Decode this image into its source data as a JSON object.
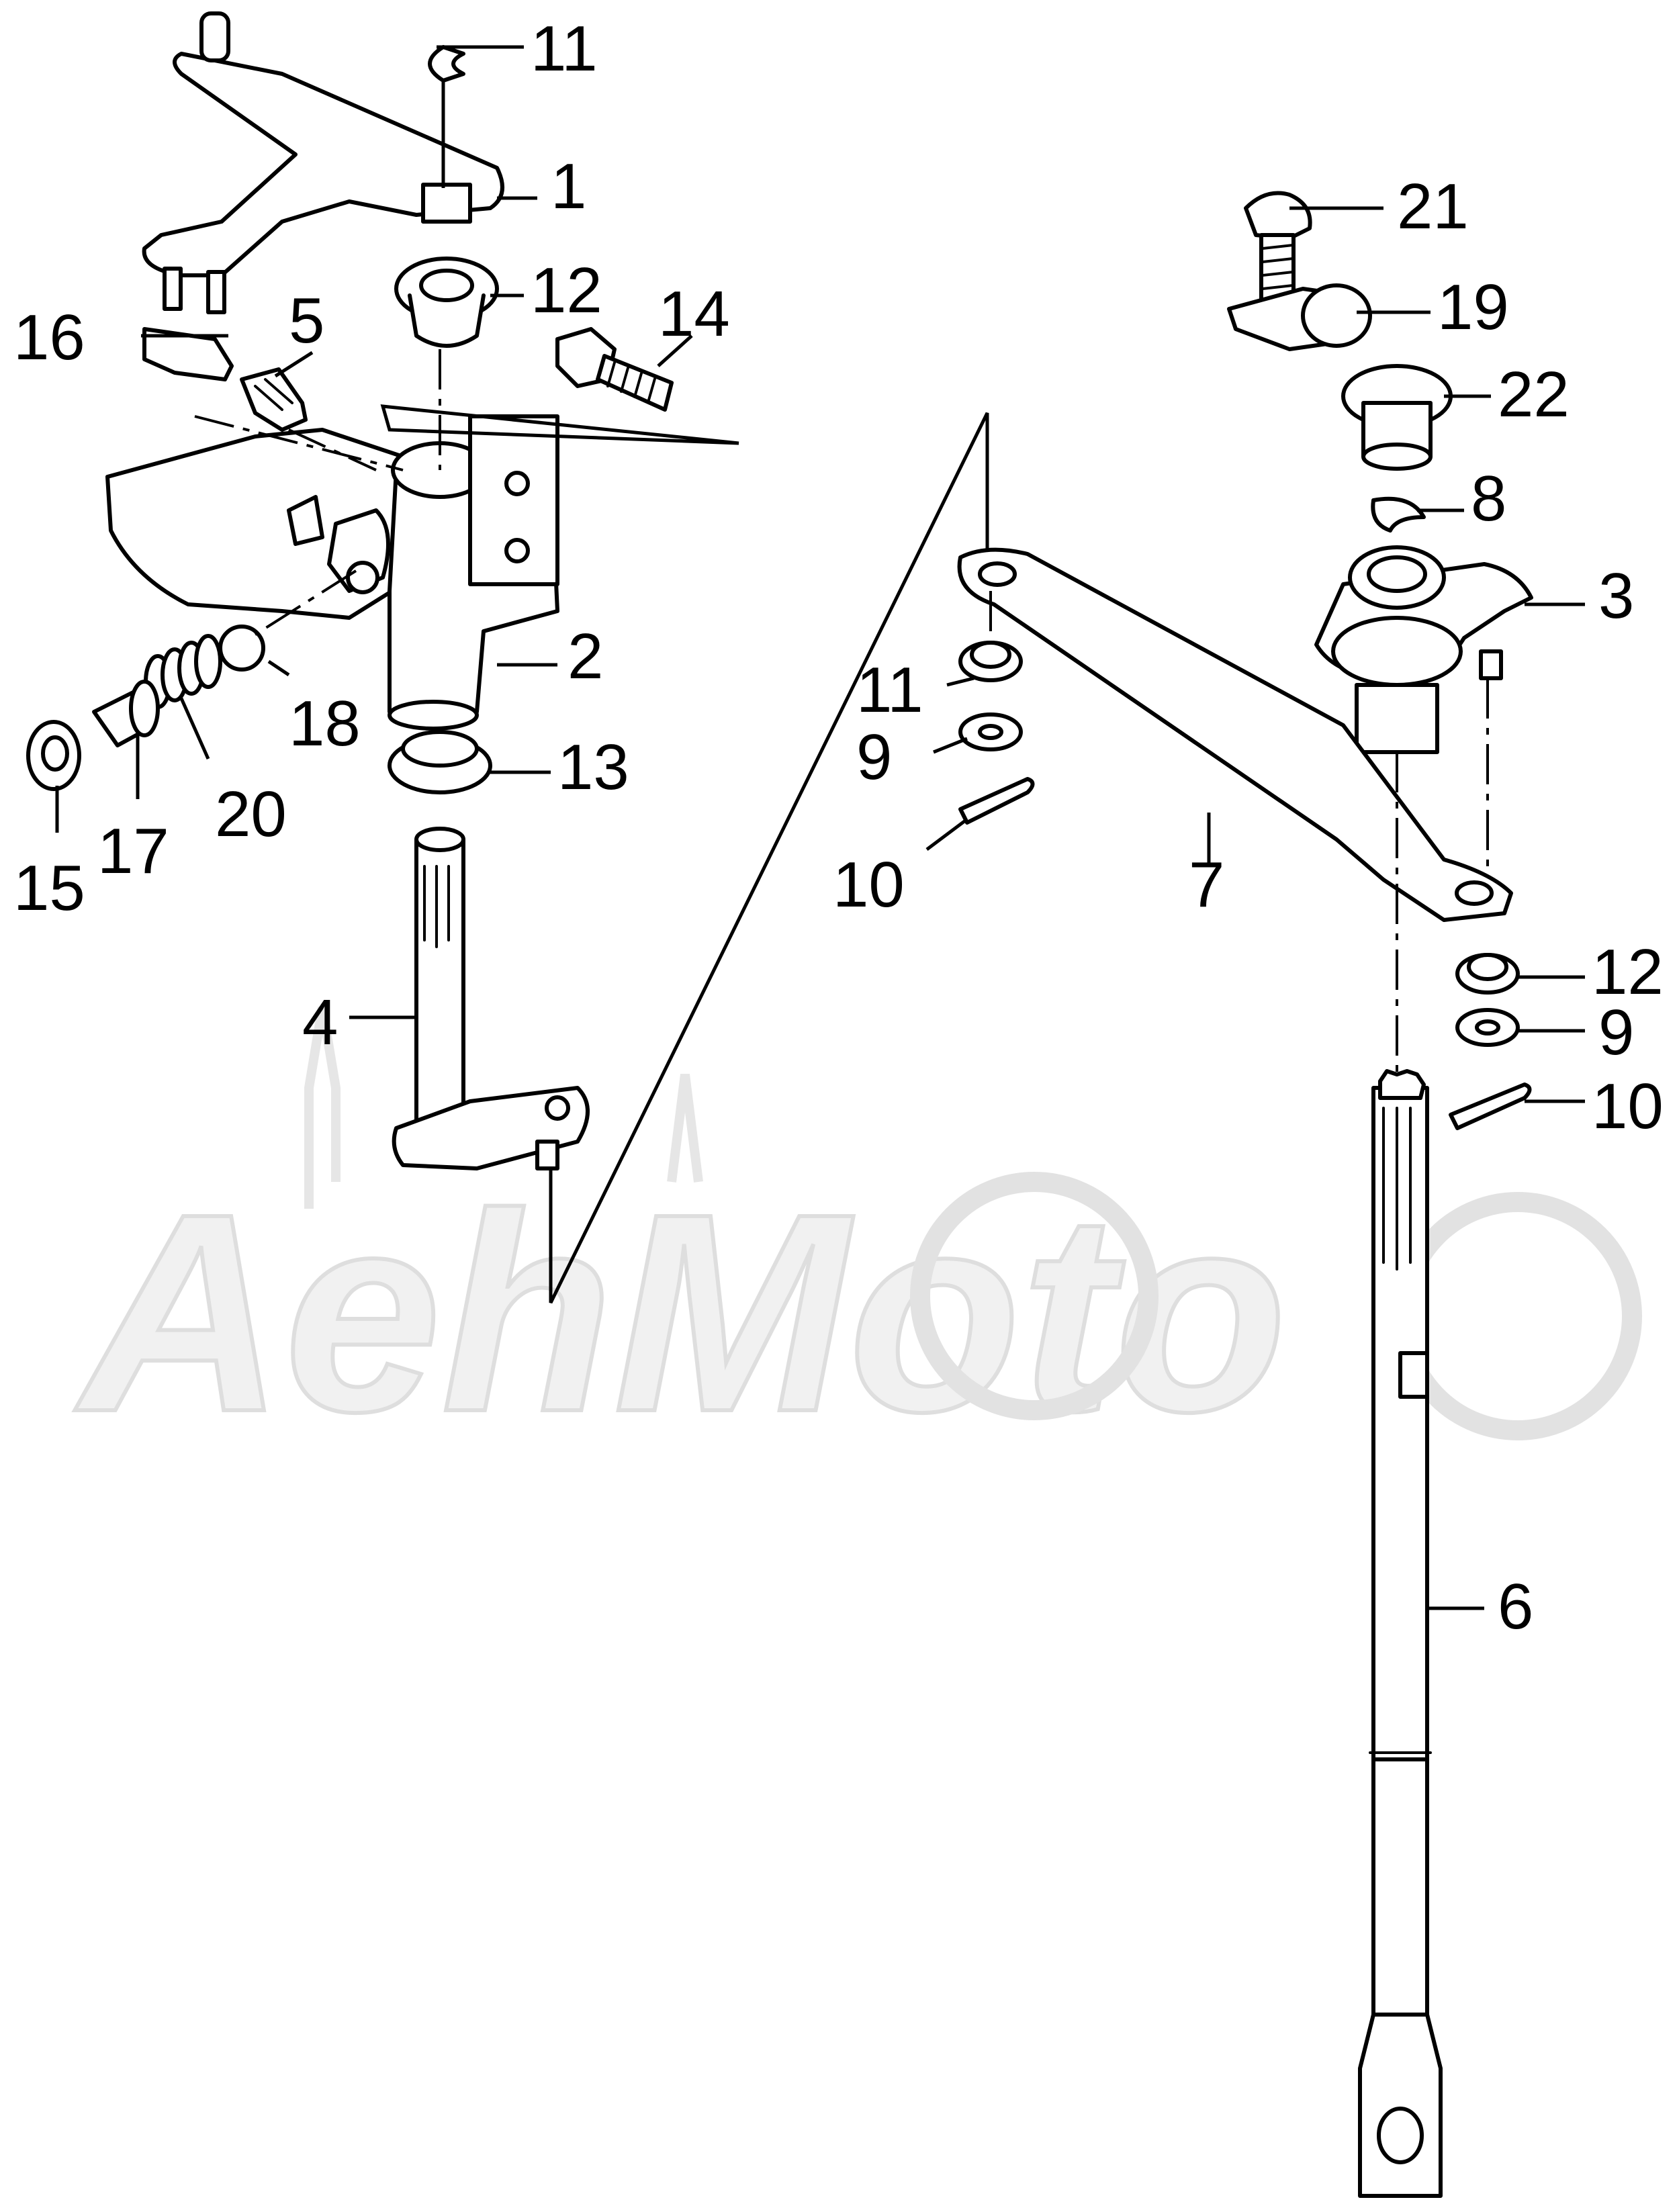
{
  "watermark": "AehMoto",
  "callouts": [
    {
      "id": "c1",
      "text": "1"
    },
    {
      "id": "c2",
      "text": "2"
    },
    {
      "id": "c3",
      "text": "3"
    },
    {
      "id": "c4",
      "text": "4"
    },
    {
      "id": "c5",
      "text": "5"
    },
    {
      "id": "c6",
      "text": "6"
    },
    {
      "id": "c7",
      "text": "7"
    },
    {
      "id": "c8",
      "text": "8"
    },
    {
      "id": "c9a",
      "text": "9"
    },
    {
      "id": "c9b",
      "text": "9"
    },
    {
      "id": "c10a",
      "text": "10"
    },
    {
      "id": "c10b",
      "text": "10"
    },
    {
      "id": "c11a",
      "text": "11"
    },
    {
      "id": "c11b",
      "text": "11"
    },
    {
      "id": "c12a",
      "text": "12"
    },
    {
      "id": "c12b",
      "text": "12"
    },
    {
      "id": "c13",
      "text": "13"
    },
    {
      "id": "c14",
      "text": "14"
    },
    {
      "id": "c15",
      "text": "15"
    },
    {
      "id": "c16",
      "text": "16"
    },
    {
      "id": "c17",
      "text": "17"
    },
    {
      "id": "c18",
      "text": "18"
    },
    {
      "id": "c19",
      "text": "19"
    },
    {
      "id": "c20",
      "text": "20"
    },
    {
      "id": "c21",
      "text": "21"
    },
    {
      "id": "c22",
      "text": "22"
    }
  ]
}
